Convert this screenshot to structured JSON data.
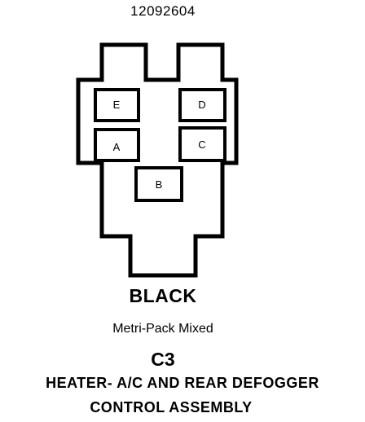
{
  "part_number": "12092604",
  "connector": {
    "pins": [
      {
        "id": "E",
        "label": "E"
      },
      {
        "id": "D",
        "label": "D"
      },
      {
        "id": "A",
        "label": "A"
      },
      {
        "id": "C",
        "label": "C"
      },
      {
        "id": "B",
        "label": "B"
      }
    ]
  },
  "color": "BLACK",
  "series": "Metri-Pack Mixed",
  "code": "C3",
  "description_line1": "HEATER- A/C AND REAR  DEFOGGER",
  "description_line2": "CONTROL ASSEMBLY",
  "colors": {
    "ink": "#000000",
    "background": "#ffffff"
  }
}
